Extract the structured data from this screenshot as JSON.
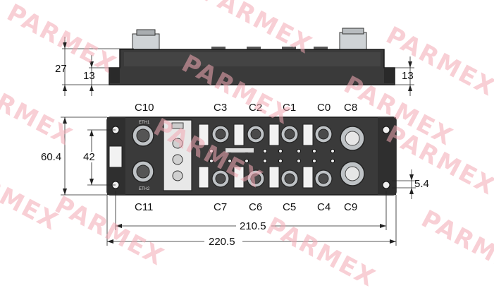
{
  "watermark": {
    "text": "PARMEX"
  },
  "dimensions": {
    "height_total": "27",
    "height_base_left": "13",
    "height_base_right": "13",
    "width_total_body": "60.4",
    "mount_spacing": "42",
    "hole_offset": "5.4",
    "width_inner": "210.5",
    "width_outer": "220.5"
  },
  "connectors_top": {
    "c10": "C10",
    "c3": "C3",
    "c2": "C2",
    "c1": "C1",
    "c0": "C0",
    "c8": "C8"
  },
  "connectors_bottom": {
    "c11": "C11",
    "c7": "C7",
    "c6": "C6",
    "c5": "C5",
    "c4": "C4",
    "c9": "C9"
  },
  "eth_labels": {
    "eth1": "ETH1",
    "eth2": "ETH2"
  },
  "colors": {
    "housing": "#3a3a3a",
    "housing_dark": "#1e1e1e",
    "metal": "#bfc3c6",
    "watermark": "#f3a9b4"
  }
}
